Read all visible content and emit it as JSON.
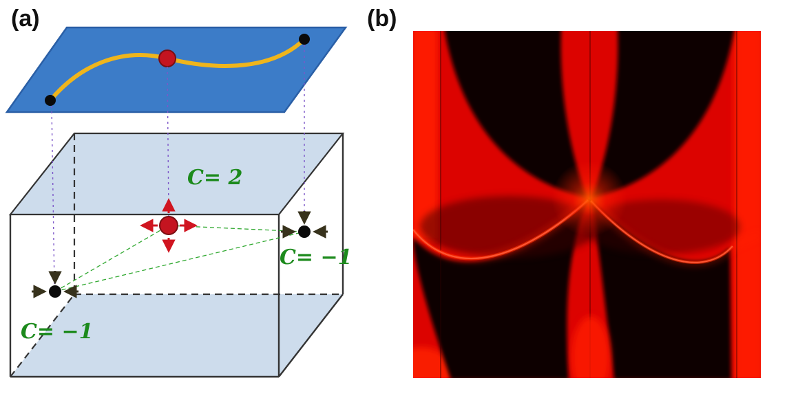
{
  "panels": {
    "a": {
      "label": "(a)",
      "chern_labels": {
        "source": "C= 2",
        "sink_left": "C= −1",
        "sink_right": "C= −1"
      }
    },
    "b": {
      "label": "(b)"
    }
  },
  "colors": {
    "surface_plane": "#3c7cc8",
    "surface_plane_border": "#2a5fa6",
    "fermi_arc_yellow": "#efb51c",
    "weyl_source_red": "#c41420",
    "weyl_sink_black": "#0a0a0a",
    "chern_label_green": "#1c8a1c",
    "projection_purple": "#7d57c9",
    "triangle_green": "#2fa82f",
    "box_face_blue": "#cddcec",
    "box_edge": "#333333",
    "spectral_red": "#dc0300",
    "spectral_black": "#070000",
    "arc_bright": "#ff5533"
  },
  "chart_data": {
    "type": "heatmap",
    "title": "",
    "xlabel": "",
    "ylabel": "",
    "colormap": [
      "#000000",
      "#ff0000"
    ],
    "legend": "none",
    "description": "Surface spectral density plot: bright red regions are projected bulk bands, black regions are gapped. A bright Fermi-arc surface-state curve enters from the left edge, dips downward, touches the central projected double-Weyl point where four band cones meet, and a mirrored arc continues to the right edge band."
  }
}
